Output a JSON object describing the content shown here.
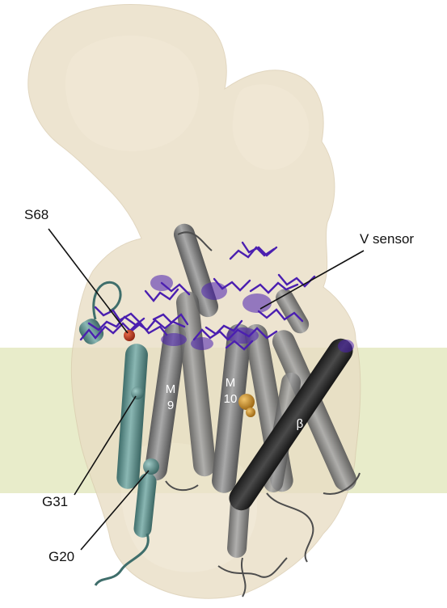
{
  "labels": {
    "s68": "S68",
    "v_sensor": "V sensor",
    "g31": "G31",
    "g20": "G20",
    "m9_line1": "M",
    "m9_line2": "9",
    "m10_line1": "M",
    "m10_line2": "10",
    "beta": "β"
  },
  "colors": {
    "background": "#ffffff",
    "membrane_band": "#e8ecca",
    "protein_surface": "#e9ddc4",
    "helix_gray": "#8a8a8a",
    "beta_helix": "#2c2c2c",
    "teal_helix": "#5f8f8c",
    "lipid_purple": "#4b1fb0",
    "ion_gold": "#c98a1e",
    "s68_red": "#c0391f",
    "text": "#111111"
  }
}
